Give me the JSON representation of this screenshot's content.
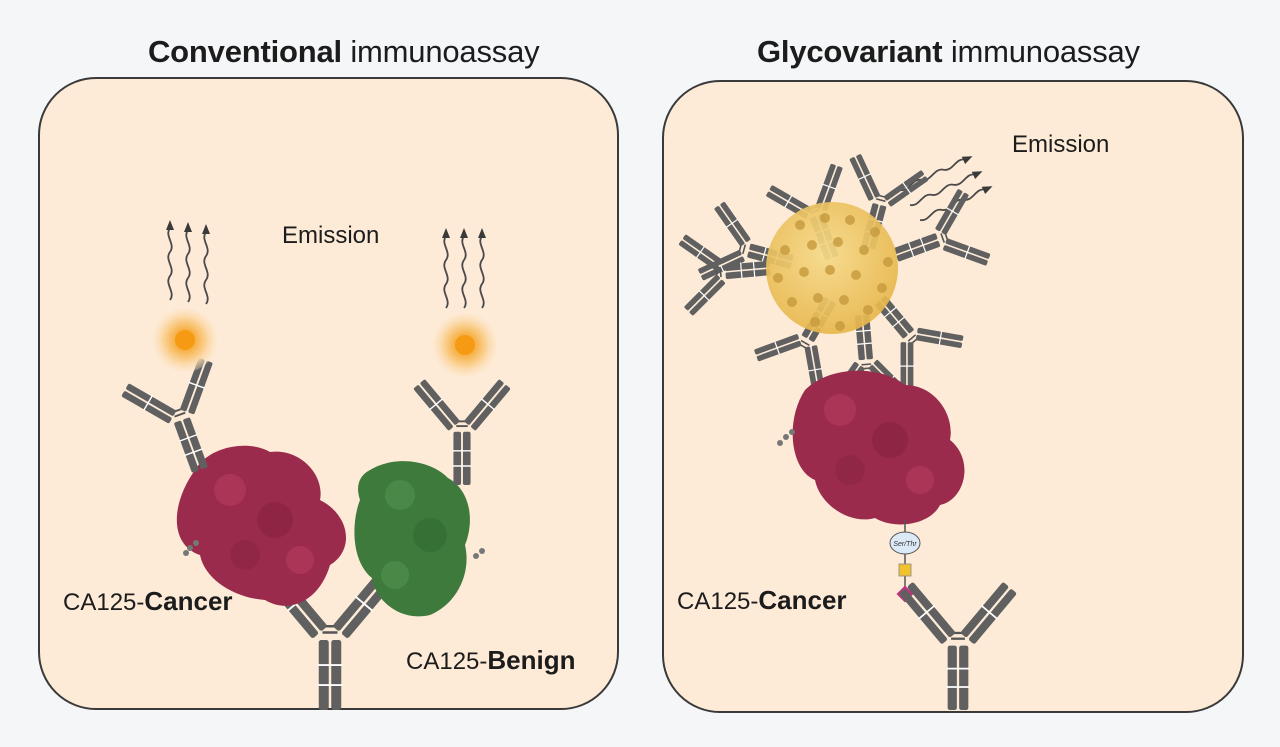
{
  "left_panel": {
    "title_bold": "Conventional",
    "title_rest": " immunoassay",
    "emission_label": "Emission",
    "cancer_label_prefix": "CA125-",
    "cancer_label_bold": "Cancer",
    "benign_label_prefix": "CA125-",
    "benign_label_bold": "Benign"
  },
  "right_panel": {
    "title_bold": "Glycovariant",
    "title_rest": " immunoassay",
    "emission_label": "Emission",
    "cancer_label_prefix": "CA125-",
    "cancer_label_bold": "Cancer",
    "glycosite_label": "Ser/Thr"
  },
  "colors": {
    "panel_fill": "#fdebd8",
    "antibody": "#5f5f5f",
    "cancer_protein": "#9b2b4c",
    "benign_protein": "#3e7a3c",
    "fluorophore": "#f7a21b",
    "nanoparticle": "#f2c96a",
    "glycan_square": "#f2c12e",
    "glycan_diamond": "#c0347f"
  }
}
